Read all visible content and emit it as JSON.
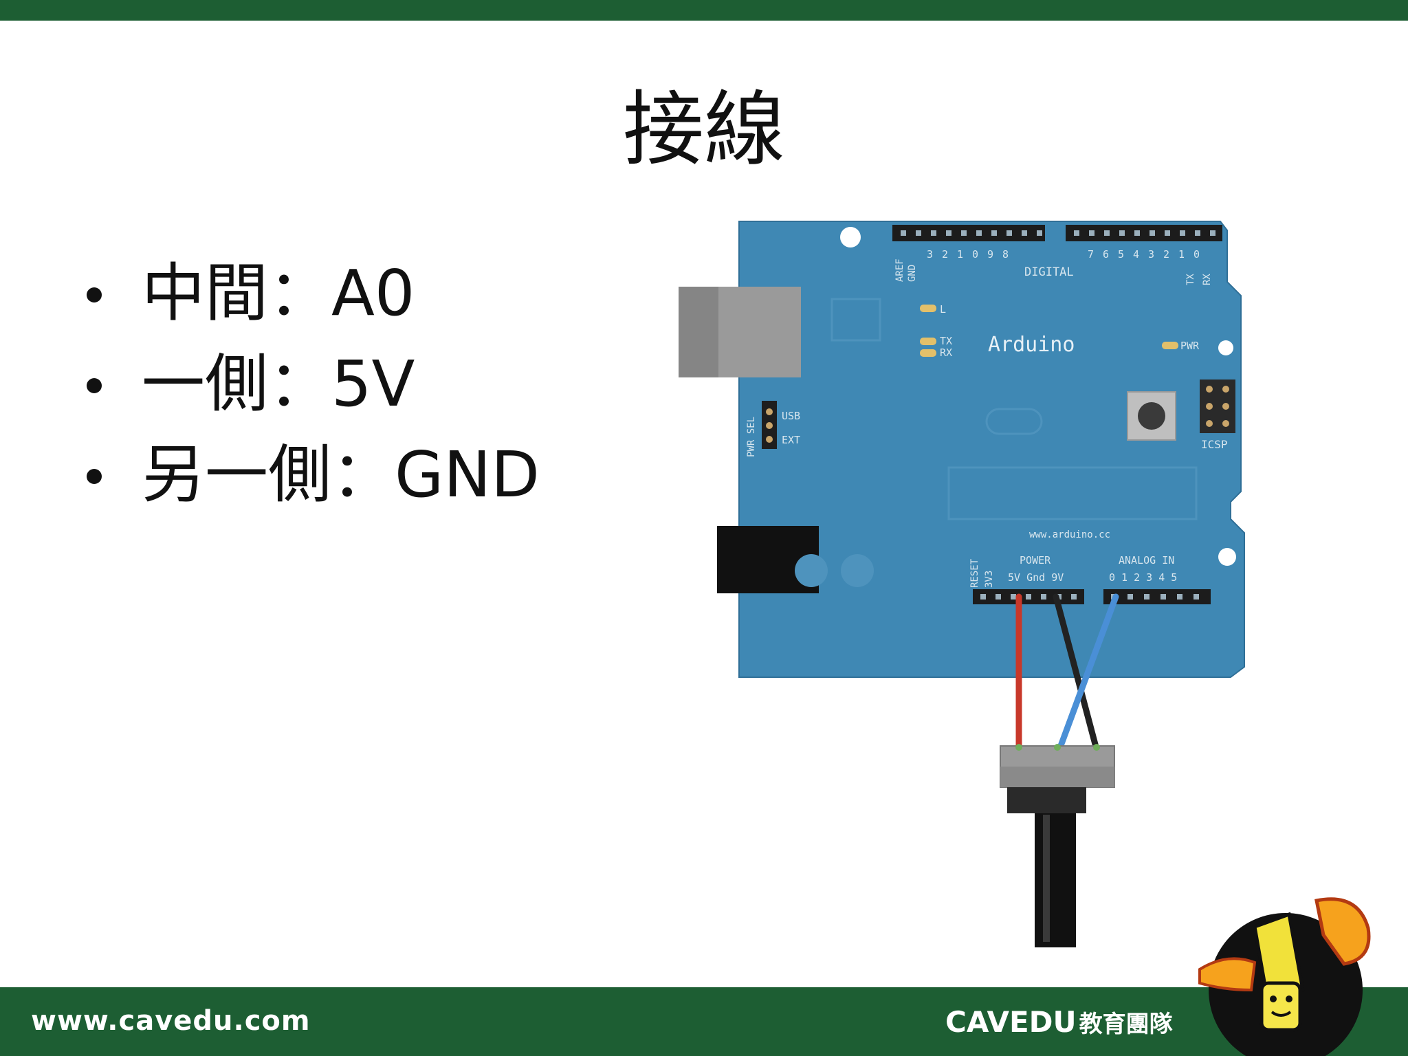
{
  "slide": {
    "title": "接線",
    "bullets": [
      "中間：A0",
      "一側：5V",
      "另一側：GND"
    ]
  },
  "board": {
    "name": "Arduino",
    "url": "www.arduino.cc",
    "digital_label": "DIGITAL",
    "pin_numbers_top": [
      "3",
      "2",
      "1",
      "0",
      "9",
      "8",
      "7",
      "6",
      "5",
      "4",
      "3",
      "2",
      "1",
      "0"
    ],
    "aref": "AREF",
    "gnd_top": "GND",
    "tx_pin": "TX",
    "rx_pin": "RX",
    "led_l": "L",
    "led_tx": "TX",
    "led_rx": "RX",
    "pwr_led": "PWR",
    "icsp": "ICSP",
    "pwr_sel": "PWR SEL",
    "usb": "USB",
    "ext": "EXT",
    "reset": "RESET",
    "v33": "3V3",
    "power_label": "POWER",
    "power_pins": "5V Gnd 9V",
    "analog_label": "ANALOG IN",
    "analog_pins": "0 1 2 3 4 5"
  },
  "footer": {
    "url": "www.cavedu.com",
    "brand": "CAVEDU",
    "brand_sub": "教育團隊"
  },
  "colors": {
    "header_green": "#1d5e33",
    "board_blue": "#3f88b4",
    "wire_red": "#c8382a",
    "wire_black": "#222222",
    "wire_blue": "#4a8fd6"
  }
}
